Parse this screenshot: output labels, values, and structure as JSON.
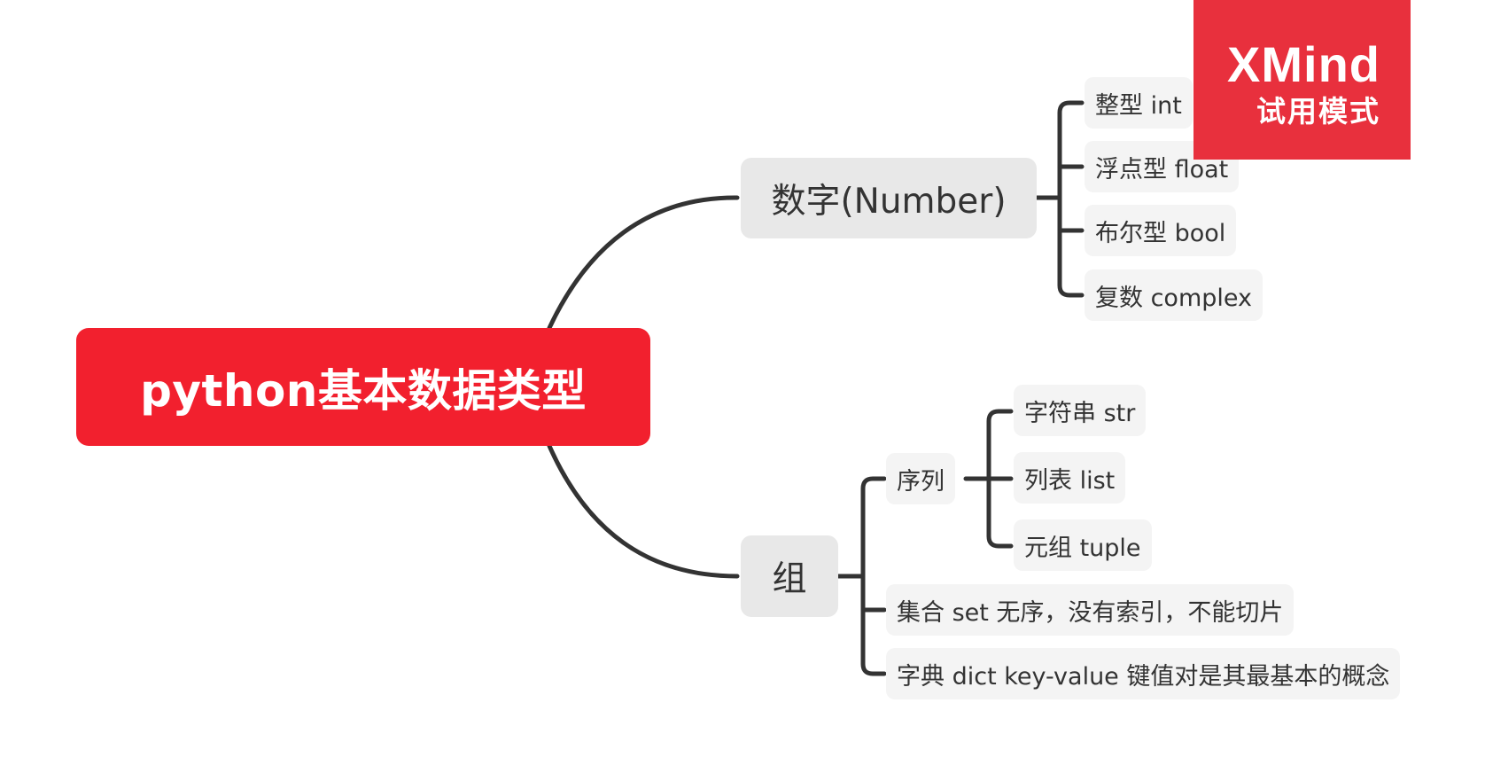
{
  "mindmap": {
    "root": {
      "label": "python基本数据类型"
    },
    "branches": [
      {
        "label": "数字(Number)",
        "children": [
          {
            "label": "整型 int"
          },
          {
            "label": "浮点型 float"
          },
          {
            "label": "布尔型 bool"
          },
          {
            "label": "复数 complex"
          }
        ]
      },
      {
        "label": "组",
        "children": [
          {
            "label": "序列",
            "children": [
              {
                "label": "字符串 str"
              },
              {
                "label": "列表 list"
              },
              {
                "label": "元组 tuple"
              }
            ]
          },
          {
            "label": "集合 set 无序，没有索引，不能切片"
          },
          {
            "label": "字典 dict key-value 键值对是其最基本的概念"
          }
        ]
      }
    ]
  },
  "watermark": {
    "brand": "XMind",
    "mode": "试用模式"
  },
  "colors": {
    "root_fill": "#f2202e",
    "main_node_fill": "#e8e8e8",
    "sub_node_fill": "#f4f4f4",
    "connector": "#333333",
    "text": "#333333",
    "watermark_fill": "#e8303d"
  }
}
